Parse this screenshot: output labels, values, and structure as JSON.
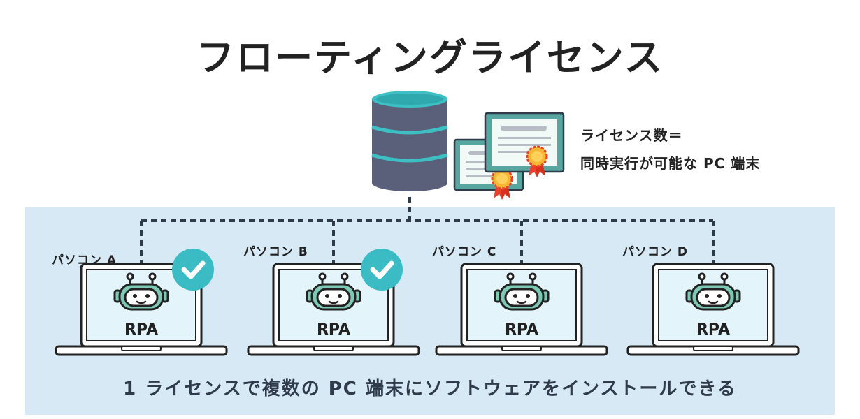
{
  "title": "フローティングライセンス",
  "note": {
    "line1": "ライセンス数＝",
    "line2": "同時実行が可能な PC 端末"
  },
  "computers": [
    {
      "label": "パソコン A",
      "screen_text": "RPA",
      "active": true
    },
    {
      "label": "パソコン B",
      "screen_text": "RPA",
      "active": true
    },
    {
      "label": "パソコン C",
      "screen_text": "RPA",
      "active": false
    },
    {
      "label": "パソコン D",
      "screen_text": "RPA",
      "active": false
    }
  ],
  "caption": "1 ライセンスで複数の PC 端末にソフトウェアをインストールできる",
  "icons": [
    "database-icon",
    "certificate-icon",
    "laptop-icon",
    "robot-icon",
    "check-icon"
  ],
  "colors": {
    "band": "#d6e9f5",
    "database": "#5a6079",
    "database_stripe": "#3dbfc4",
    "certificate_frame": "#57a7a0",
    "check_badge": "#3bbcc4",
    "robot_face": "#7ec9b5",
    "dotted_line": "#2f3a4a"
  }
}
